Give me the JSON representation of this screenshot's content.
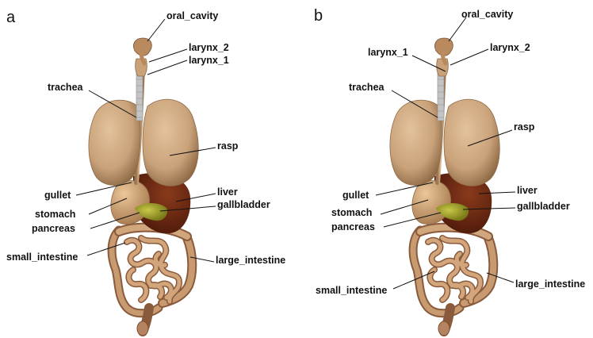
{
  "panels": [
    {
      "id": "a",
      "label": "a",
      "organs": {
        "oral_cavity": "oral_cavity",
        "larynx_2": "larynx_2",
        "larynx_1": "larynx_1",
        "trachea": "trachea",
        "rasp": "rasp",
        "gullet": "gullet",
        "stomach": "stomach",
        "pancreas": "pancreas",
        "liver": "liver",
        "gallbladder": "gallbladder",
        "small_intestine": "small_intestine",
        "large_intestine": "large_intestine"
      }
    },
    {
      "id": "b",
      "label": "b",
      "organs": {
        "oral_cavity": "oral_cavity",
        "larynx_1": "larynx_1",
        "larynx_2": "larynx_2",
        "trachea": "trachea",
        "rasp": "rasp",
        "gullet": "gullet",
        "stomach": "stomach",
        "pancreas": "pancreas",
        "liver": "liver",
        "gallbladder": "gallbladder",
        "small_intestine": "small_intestine",
        "large_intestine": "large_intestine"
      }
    }
  ],
  "colors": {
    "lung": "#c9a27a",
    "lung_shadow": "#9b7650",
    "liver": "#6b2a14",
    "gallbladder": "#9a9a1e",
    "stomach": "#d4a775",
    "intestine": "#c2906a",
    "intestine_dark": "#8a5a3c",
    "trachea": "#b8b8b8"
  }
}
